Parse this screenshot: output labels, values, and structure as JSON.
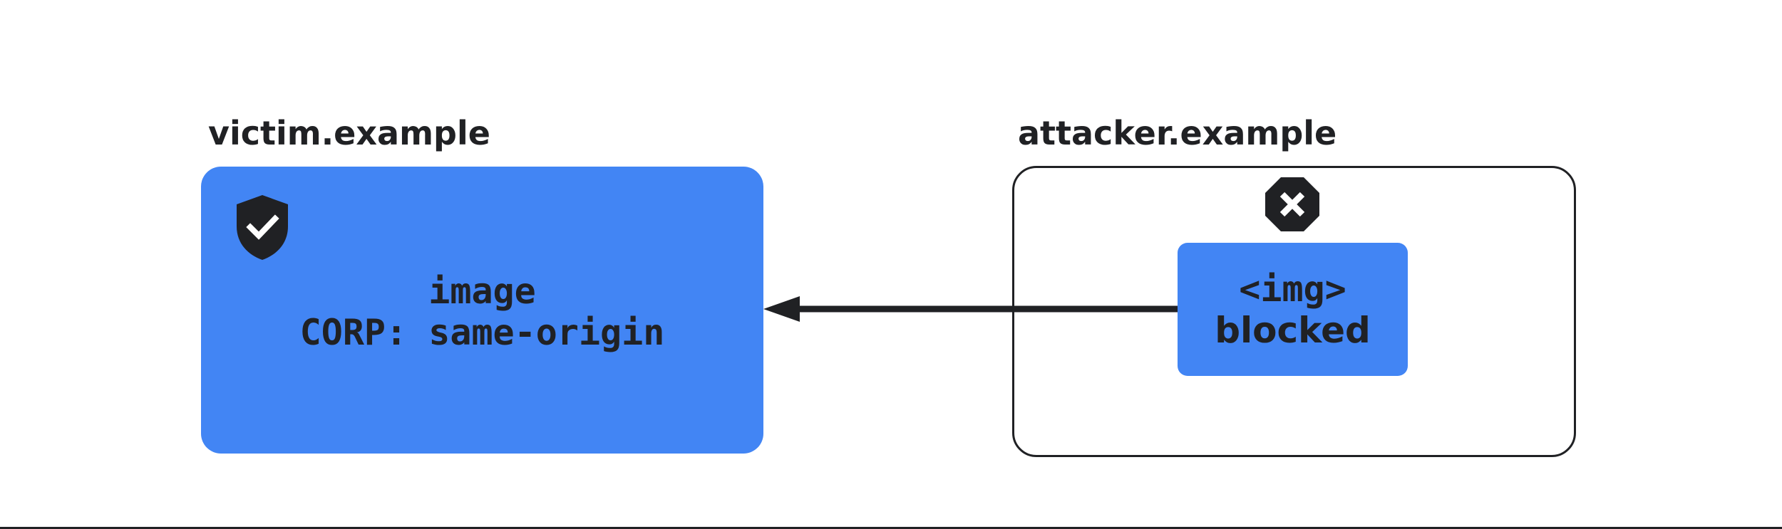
{
  "victim": {
    "label": "victim.example",
    "resource_lines": [
      "image",
      "CORP: same-origin"
    ],
    "icon": "shield-check-icon"
  },
  "attacker": {
    "label": "attacker.example",
    "element_tag": "<img>",
    "element_status": "blocked",
    "icon": "blocked-octagon-x-icon"
  },
  "colors": {
    "box_fill": "#4285f4",
    "text": "#202124",
    "outline": "#202124",
    "background": "#ffffff"
  }
}
